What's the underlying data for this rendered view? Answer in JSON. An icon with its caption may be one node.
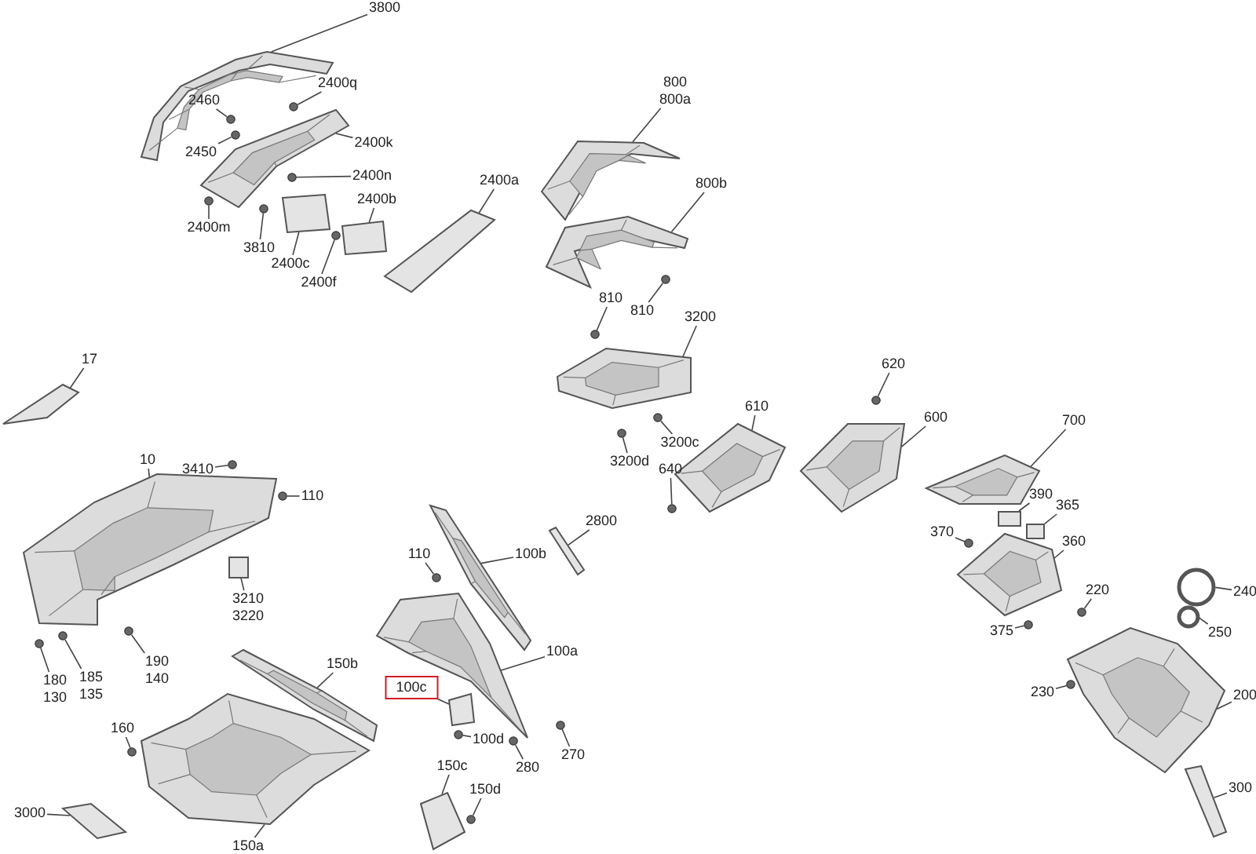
{
  "diagram": {
    "nodes": [
      {
        "text": [
          "3800"
        ]
      },
      {
        "text": [
          "2400q"
        ]
      },
      {
        "text": [
          "2460"
        ]
      },
      {
        "text": [
          "2450"
        ]
      },
      {
        "text": [
          "2400k"
        ]
      },
      {
        "text": [
          "2400n"
        ]
      },
      {
        "text": [
          "2400b"
        ]
      },
      {
        "text": [
          "2400a"
        ]
      },
      {
        "text": [
          "2400m"
        ]
      },
      {
        "text": [
          "3810"
        ]
      },
      {
        "text": [
          "2400c"
        ]
      },
      {
        "text": [
          "2400f"
        ]
      },
      {
        "text": [
          "800",
          "800a"
        ]
      },
      {
        "text": [
          "800b"
        ]
      },
      {
        "text": [
          "810"
        ]
      },
      {
        "text": [
          "810"
        ]
      },
      {
        "text": [
          "3200"
        ]
      },
      {
        "text": [
          "3200c"
        ]
      },
      {
        "text": [
          "3200d"
        ]
      },
      {
        "text": [
          "620"
        ]
      },
      {
        "text": [
          "610"
        ]
      },
      {
        "text": [
          "600"
        ]
      },
      {
        "text": [
          "640"
        ]
      },
      {
        "text": [
          "700"
        ]
      },
      {
        "text": [
          "390"
        ]
      },
      {
        "text": [
          "365"
        ]
      },
      {
        "text": [
          "370"
        ]
      },
      {
        "text": [
          "360"
        ]
      },
      {
        "text": [
          "220"
        ]
      },
      {
        "text": [
          "240"
        ]
      },
      {
        "text": [
          "250"
        ]
      },
      {
        "text": [
          "375"
        ]
      },
      {
        "text": [
          "230"
        ]
      },
      {
        "text": [
          "200"
        ]
      },
      {
        "text": [
          "300"
        ]
      },
      {
        "text": [
          "17"
        ]
      },
      {
        "text": [
          "10"
        ]
      },
      {
        "text": [
          "3410"
        ]
      },
      {
        "text": [
          "110"
        ]
      },
      {
        "text": [
          "3210",
          "3220"
        ]
      },
      {
        "text": [
          "110"
        ]
      },
      {
        "text": [
          "100b"
        ]
      },
      {
        "text": [
          "2800"
        ]
      },
      {
        "text": [
          "100a"
        ]
      },
      {
        "text": [
          "100c"
        ]
      },
      {
        "text": [
          "100d"
        ]
      },
      {
        "text": [
          "280"
        ]
      },
      {
        "text": [
          "270"
        ]
      },
      {
        "text": [
          "150c"
        ]
      },
      {
        "text": [
          "150d"
        ]
      },
      {
        "text": [
          "190",
          "140"
        ]
      },
      {
        "text": [
          "180",
          "130"
        ]
      },
      {
        "text": [
          "185",
          "135"
        ]
      },
      {
        "text": [
          "150b"
        ]
      },
      {
        "text": [
          "160"
        ]
      },
      {
        "text": [
          "3000"
        ]
      },
      {
        "text": [
          "150a"
        ]
      },
      {
        "text": [],
        "shape": "picture"
      },
      {
        "text": [],
        "shape": "circle"
      },
      {
        "text": [],
        "shape": "circle"
      },
      {
        "text": [],
        "shape": "circle"
      },
      {
        "text": [],
        "shape": "picture"
      },
      {
        "text": [],
        "shape": "circle"
      },
      {
        "text": [],
        "shape": "box"
      },
      {
        "text": [],
        "shape": "box"
      },
      {
        "text": [],
        "shape": "circle"
      },
      {
        "text": [],
        "shape": "circle"
      },
      {
        "text": [],
        "shape": "box"
      },
      {
        "text": [],
        "shape": "circle"
      },
      {
        "text": [],
        "shape": "picture"
      },
      {
        "text": [],
        "shape": "picture"
      },
      {
        "text": [],
        "shape": "circle"
      },
      {
        "text": [],
        "shape": "circle"
      },
      {
        "text": [],
        "shape": "picture"
      },
      {
        "text": [],
        "shape": "circle"
      },
      {
        "text": [],
        "shape": "circle"
      },
      {
        "text": [],
        "shape": "circle"
      },
      {
        "text": [],
        "shape": "picture"
      },
      {
        "text": [],
        "shape": "picture"
      },
      {
        "text": [],
        "shape": "circle"
      },
      {
        "text": [],
        "shape": "picture"
      },
      {
        "text": [],
        "shape": "box"
      },
      {
        "text": [],
        "shape": "box"
      },
      {
        "text": [],
        "shape": "circle"
      },
      {
        "text": [],
        "shape": "picture"
      },
      {
        "text": [],
        "shape": "circle"
      },
      {
        "text": [],
        "shape": "circle"
      },
      {
        "text": [],
        "shape": "circle"
      },
      {
        "text": [],
        "shape": "circle"
      },
      {
        "text": [],
        "shape": "circle"
      },
      {
        "text": [],
        "shape": "picture"
      },
      {
        "text": [],
        "shape": "box"
      },
      {
        "text": [],
        "shape": "box"
      },
      {
        "text": [],
        "shape": "picture"
      },
      {
        "text": [],
        "shape": "circle"
      },
      {
        "text": [],
        "shape": "circle"
      },
      {
        "text": [],
        "shape": "box"
      },
      {
        "text": [],
        "shape": "circle"
      },
      {
        "text": [],
        "shape": "picture"
      },
      {
        "text": [],
        "shape": "box"
      },
      {
        "text": [],
        "shape": "picture"
      },
      {
        "text": [],
        "shape": "box"
      },
      {
        "text": [],
        "shape": "circle"
      },
      {
        "text": [],
        "shape": "circle"
      },
      {
        "text": [],
        "shape": "circle"
      },
      {
        "text": [],
        "shape": "box"
      },
      {
        "text": [],
        "shape": "circle"
      },
      {
        "text": [],
        "shape": "circle"
      },
      {
        "text": [],
        "shape": "circle"
      },
      {
        "text": [],
        "shape": "circle"
      },
      {
        "text": [],
        "shape": "picture"
      },
      {
        "text": [],
        "shape": "circle"
      },
      {
        "text": [],
        "shape": "box"
      },
      {
        "text": [],
        "shape": "picture"
      }
    ],
    "edges": [
      {
        "from": 0,
        "to": 57,
        "arrow": "none"
      },
      {
        "from": 1,
        "to": 58,
        "arrow": "none"
      },
      {
        "from": 2,
        "to": 59,
        "arrow": "none"
      },
      {
        "from": 3,
        "to": 60,
        "arrow": "none"
      },
      {
        "from": 4,
        "to": 61,
        "arrow": "none"
      },
      {
        "from": 5,
        "to": 62,
        "arrow": "none"
      },
      {
        "from": 6,
        "to": 63,
        "arrow": "none"
      },
      {
        "from": 7,
        "to": 64,
        "arrow": "none"
      },
      {
        "from": 8,
        "to": 65,
        "arrow": "none"
      },
      {
        "from": 9,
        "to": 66,
        "arrow": "none"
      },
      {
        "from": 10,
        "to": 67,
        "arrow": "none"
      },
      {
        "from": 11,
        "to": 68,
        "arrow": "none"
      },
      {
        "from": 12,
        "to": 69,
        "arrow": "none"
      },
      {
        "from": 13,
        "to": 70,
        "arrow": "none"
      },
      {
        "from": 14,
        "to": 71,
        "arrow": "none"
      },
      {
        "from": 15,
        "to": 72,
        "arrow": "none"
      },
      {
        "from": 16,
        "to": 73,
        "arrow": "none"
      },
      {
        "from": 17,
        "to": 74,
        "arrow": "none"
      },
      {
        "from": 18,
        "to": 75,
        "arrow": "none"
      },
      {
        "from": 19,
        "to": 76,
        "arrow": "none"
      },
      {
        "from": 20,
        "to": 77,
        "arrow": "none"
      },
      {
        "from": 21,
        "to": 78,
        "arrow": "none"
      },
      {
        "from": 22,
        "to": 79,
        "arrow": "none"
      },
      {
        "from": 23,
        "to": 80,
        "arrow": "none"
      },
      {
        "from": 24,
        "to": 81,
        "arrow": "none"
      },
      {
        "from": 25,
        "to": 82,
        "arrow": "none"
      },
      {
        "from": 26,
        "to": 83,
        "arrow": "none"
      },
      {
        "from": 27,
        "to": 84,
        "arrow": "none"
      },
      {
        "from": 28,
        "to": 85,
        "arrow": "none"
      },
      {
        "from": 29,
        "to": 86,
        "arrow": "none"
      },
      {
        "from": 30,
        "to": 87,
        "arrow": "none"
      },
      {
        "from": 31,
        "to": 88,
        "arrow": "none"
      },
      {
        "from": 32,
        "to": 89,
        "arrow": "none"
      },
      {
        "from": 33,
        "to": 90,
        "arrow": "none"
      },
      {
        "from": 34,
        "to": 91,
        "arrow": "none"
      },
      {
        "from": 35,
        "to": 92,
        "arrow": "none"
      },
      {
        "from": 36,
        "to": 93,
        "arrow": "none"
      },
      {
        "from": 37,
        "to": 94,
        "arrow": "none"
      },
      {
        "from": 38,
        "to": 95,
        "arrow": "none"
      },
      {
        "from": 39,
        "to": 96,
        "arrow": "none"
      },
      {
        "from": 40,
        "to": 97,
        "arrow": "none"
      },
      {
        "from": 41,
        "to": 98,
        "arrow": "none"
      },
      {
        "from": 42,
        "to": 99,
        "arrow": "none"
      },
      {
        "from": 43,
        "to": 100,
        "arrow": "none"
      },
      {
        "from": 44,
        "to": 101,
        "arrow": "none"
      },
      {
        "from": 45,
        "to": 102,
        "arrow": "none"
      },
      {
        "from": 46,
        "to": 103,
        "arrow": "none"
      },
      {
        "from": 47,
        "to": 104,
        "arrow": "none"
      },
      {
        "from": 48,
        "to": 105,
        "arrow": "none"
      },
      {
        "from": 49,
        "to": 106,
        "arrow": "none"
      },
      {
        "from": 50,
        "to": 107,
        "arrow": "none"
      },
      {
        "from": 51,
        "to": 108,
        "arrow": "none"
      },
      {
        "from": 52,
        "to": 109,
        "arrow": "none"
      },
      {
        "from": 53,
        "to": 110,
        "arrow": "none"
      },
      {
        "from": 54,
        "to": 111,
        "arrow": "none"
      },
      {
        "from": 55,
        "to": 112,
        "arrow": "none"
      },
      {
        "from": 56,
        "to": 113,
        "arrow": "none"
      }
    ]
  }
}
